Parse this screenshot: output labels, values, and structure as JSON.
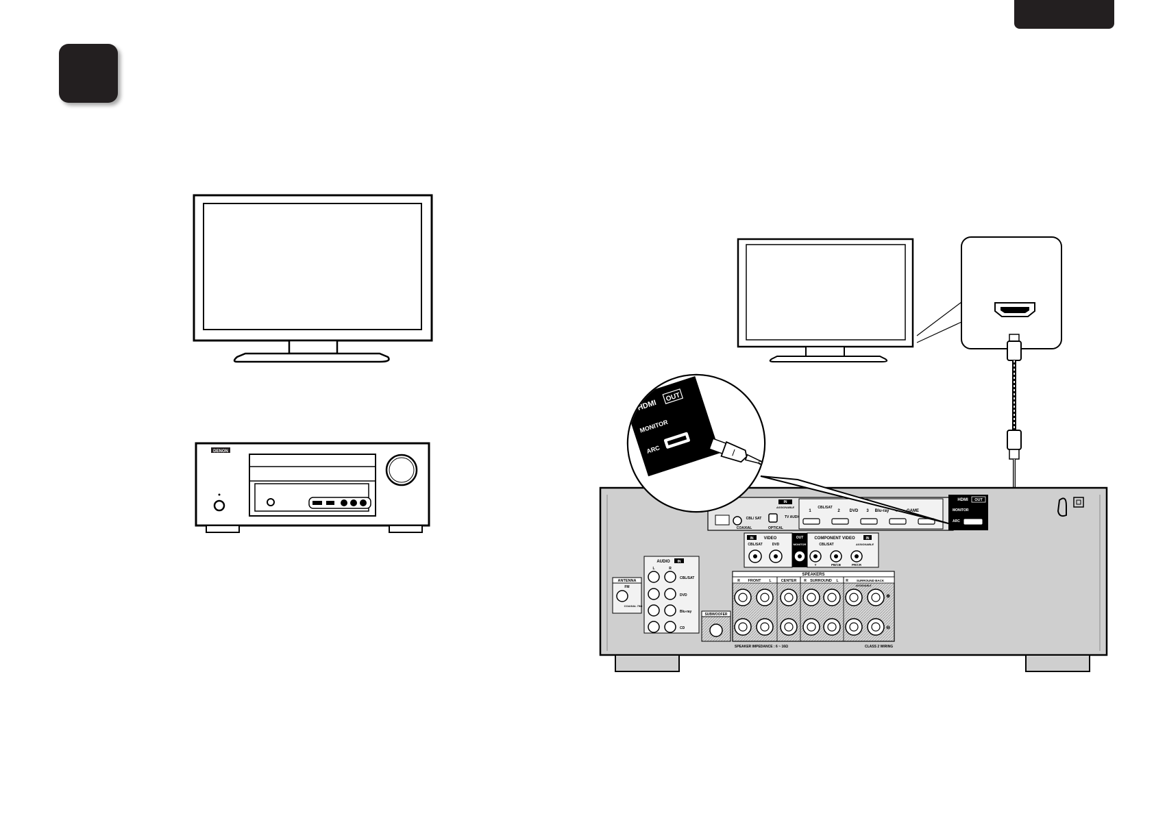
{
  "header": {
    "step_number": ""
  },
  "avr_front": {
    "brand": "DENON"
  },
  "rear_panel": {
    "callout": {
      "hdmi": "HDMI",
      "out": "OUT",
      "monitor": "MONITOR",
      "arc": "ARC"
    },
    "hdmi_out": {
      "hdmi": "HDMI",
      "out": "OUT",
      "monitor": "MONITOR",
      "arc": "ARC"
    },
    "hdmi_in": {
      "in": "IN",
      "assignable": "ASSIGNABLE",
      "inputs": [
        "CBL/SAT",
        "2",
        "DVD",
        "3",
        "Blu-ray",
        "4",
        "GAME"
      ],
      "port_numbers": [
        "1"
      ]
    },
    "digital_audio": {
      "in": "IN",
      "assignable": "ASSIGNABLE",
      "cbl_sat": "CBL/ SAT",
      "coaxial": "COAXIAL",
      "tv_audio": "TV AUDIO",
      "optical": "OPTICAL"
    },
    "video": {
      "in": "IN",
      "label": "VIDEO",
      "cbl_sat": "CBL/SAT",
      "dvd": "DVD",
      "out": "OUT",
      "monitor": "MONITOR"
    },
    "component_video": {
      "label": "COMPONENT VIDEO",
      "in": "IN",
      "assignable": "ASSIGNABLE",
      "cbl_sat": "CBL/SAT",
      "y": "Y",
      "pb": "PB/CB",
      "pr": "PR/CR"
    },
    "audio": {
      "label": "AUDIO",
      "in": "IN",
      "l": "L",
      "r": "R",
      "inputs": [
        "CBL/SAT",
        "DVD",
        "Blu-ray",
        "CD"
      ]
    },
    "antenna": {
      "label": "ANTENNA",
      "fm": "FM",
      "coax": "COAXIAL 75Ω"
    },
    "subwoofer": "SUBWOOFER",
    "speakers": {
      "label": "SPEAKERS",
      "front": "FRONT",
      "center": "CENTER",
      "surround": "SURROUND",
      "surround_back": "SURROUND BACK",
      "assignable": "ASSIGNABLE",
      "r": "R",
      "l": "L",
      "impedance": "SPEAKER IMPEDANCE : 6 ~ 16Ω",
      "class2": "CLASS 2 WIRING"
    }
  }
}
